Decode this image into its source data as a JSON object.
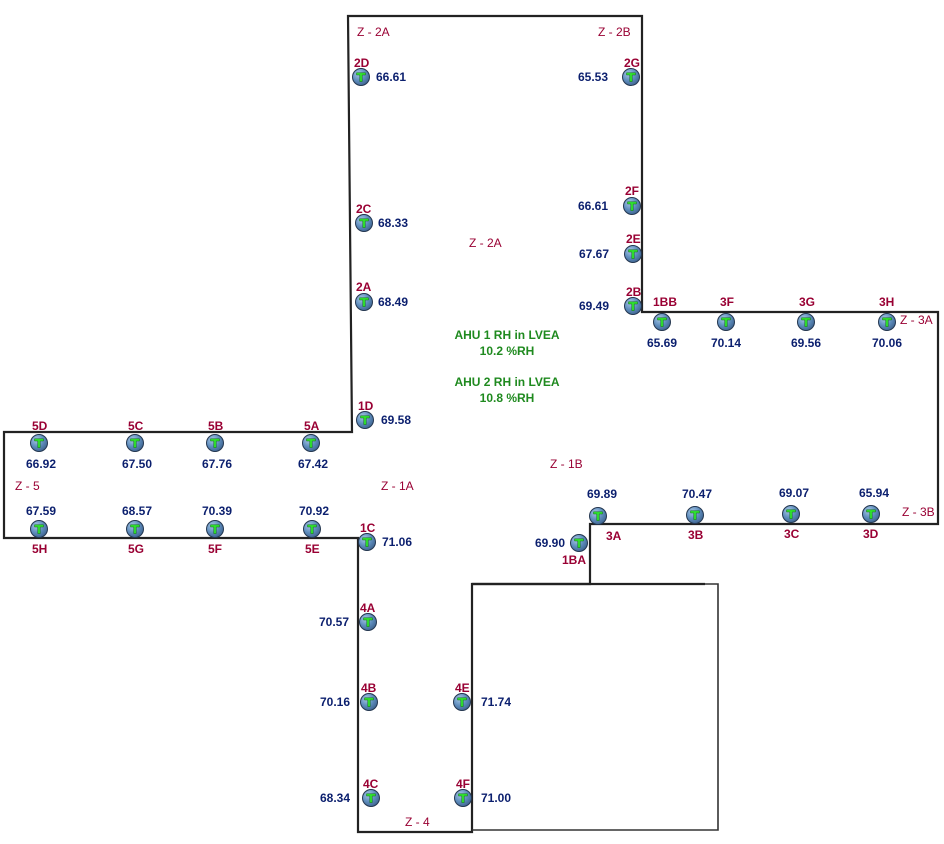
{
  "zones": {
    "z2a_top": "Z - 2A",
    "z2b": "Z - 2B",
    "z2a_mid": "Z - 2A",
    "z3a": "Z - 3A",
    "z1b": "Z - 1B",
    "z1a": "Z - 1A",
    "z5": "Z - 5",
    "z3b": "Z - 3B",
    "z4": "Z - 4"
  },
  "ahu": {
    "ahu1_title": "AHU 1 RH in LVEA",
    "ahu1_value": "10.2 %RH",
    "ahu2_title": "AHU 2 RH in LVEA",
    "ahu2_value": "10.8 %RH"
  },
  "sensor_icon": "thermometer-sensor-icon",
  "colors": {
    "sensor_label": "#990033",
    "reading": "#0b1f6e",
    "ahu_text": "#1f8a1f"
  },
  "sensors": [
    {
      "id": "2D",
      "value": "66.61"
    },
    {
      "id": "2G",
      "value": "65.53"
    },
    {
      "id": "2C",
      "value": "68.33"
    },
    {
      "id": "2F",
      "value": "66.61"
    },
    {
      "id": "2E",
      "value": "67.67"
    },
    {
      "id": "2A",
      "value": "68.49"
    },
    {
      "id": "2B",
      "value": "69.49"
    },
    {
      "id": "1BB",
      "value": "65.69"
    },
    {
      "id": "3F",
      "value": "70.14"
    },
    {
      "id": "3G",
      "value": "69.56"
    },
    {
      "id": "3H",
      "value": "70.06"
    },
    {
      "id": "1D",
      "value": "69.58"
    },
    {
      "id": "5D",
      "value": "66.92"
    },
    {
      "id": "5C",
      "value": "67.50"
    },
    {
      "id": "5B",
      "value": "67.76"
    },
    {
      "id": "5A",
      "value": "67.42"
    },
    {
      "id": "5H",
      "value": "67.59"
    },
    {
      "id": "5G",
      "value": "68.57"
    },
    {
      "id": "5F",
      "value": "70.39"
    },
    {
      "id": "5E",
      "value": "70.92"
    },
    {
      "id": "1C",
      "value": "71.06"
    },
    {
      "id": "3A",
      "value": "69.89"
    },
    {
      "id": "3B",
      "value": "70.47"
    },
    {
      "id": "3C",
      "value": "69.07"
    },
    {
      "id": "3D",
      "value": "65.94"
    },
    {
      "id": "1BA",
      "value": "69.90"
    },
    {
      "id": "4A",
      "value": "70.57"
    },
    {
      "id": "4B",
      "value": "70.16"
    },
    {
      "id": "4E",
      "value": "71.74"
    },
    {
      "id": "4C",
      "value": "68.34"
    },
    {
      "id": "4F",
      "value": "71.00"
    }
  ]
}
